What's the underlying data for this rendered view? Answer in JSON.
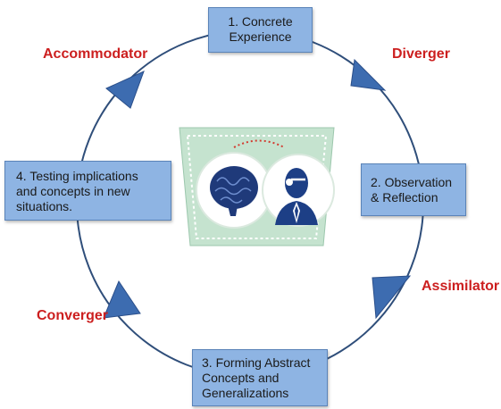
{
  "stages": [
    {
      "number": "1.",
      "text": "1. Concrete\nExperience"
    },
    {
      "number": "2.",
      "text": "2.  Observation\n& Reflection"
    },
    {
      "number": "3.",
      "text": "3.  Forming Abstract\n     Concepts and\n     Generalizations"
    },
    {
      "number": "4.",
      "text": "4.  Testing implications\n     and concepts in new\n     situations."
    }
  ],
  "learning_styles": {
    "accommodator": "Accommodator",
    "diverger": "Diverger",
    "assimilator": "Assimilator",
    "converger": "Converger"
  },
  "colors": {
    "cycle_line": "#2f4e7a",
    "arrow_fill": "#3d6cb0",
    "box_fill": "#8eb4e3",
    "style_text": "#cc1f1f",
    "center_panel": "#c5e3cf",
    "brain": "#1f3a7a",
    "person": "#1d3f86"
  },
  "center_image": {
    "icons": [
      "brain-icon",
      "person-icon"
    ]
  }
}
